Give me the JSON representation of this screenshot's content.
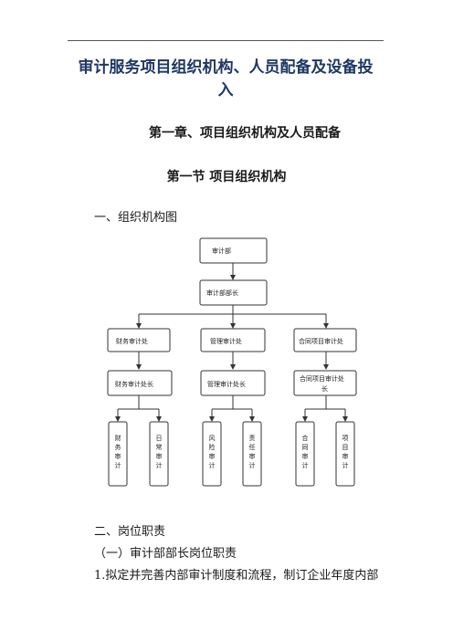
{
  "document": {
    "title_line1": "审计服务项目组织机构、人员配备及设备投",
    "title_line2": "入",
    "chapter_heading": "第一章、项目组织机构及人员配备",
    "section_heading": "第一节  项目组织机构",
    "subsection_1": "一、组织机构图",
    "subsection_2": "二、岗位职责",
    "item_1": "（一）审计部部长岗位职责",
    "paragraph_1": "1.拟定并完善内部审计制度和流程，制订企业年度内部"
  },
  "org_chart": {
    "root": "审计部",
    "head": "审计部部长",
    "departments": [
      {
        "name": "财务审计处",
        "chief": "财务审计处长",
        "roles": [
          "财务审计",
          "日常审计"
        ]
      },
      {
        "name": "管理审计处",
        "chief": "管理审计处长",
        "roles": [
          "风险审计",
          "责任审计"
        ]
      },
      {
        "name": "合同项目审计处",
        "chief": [
          "合同项目审计处",
          "长"
        ],
        "roles": [
          "合同审计",
          "项目审计"
        ]
      }
    ]
  }
}
